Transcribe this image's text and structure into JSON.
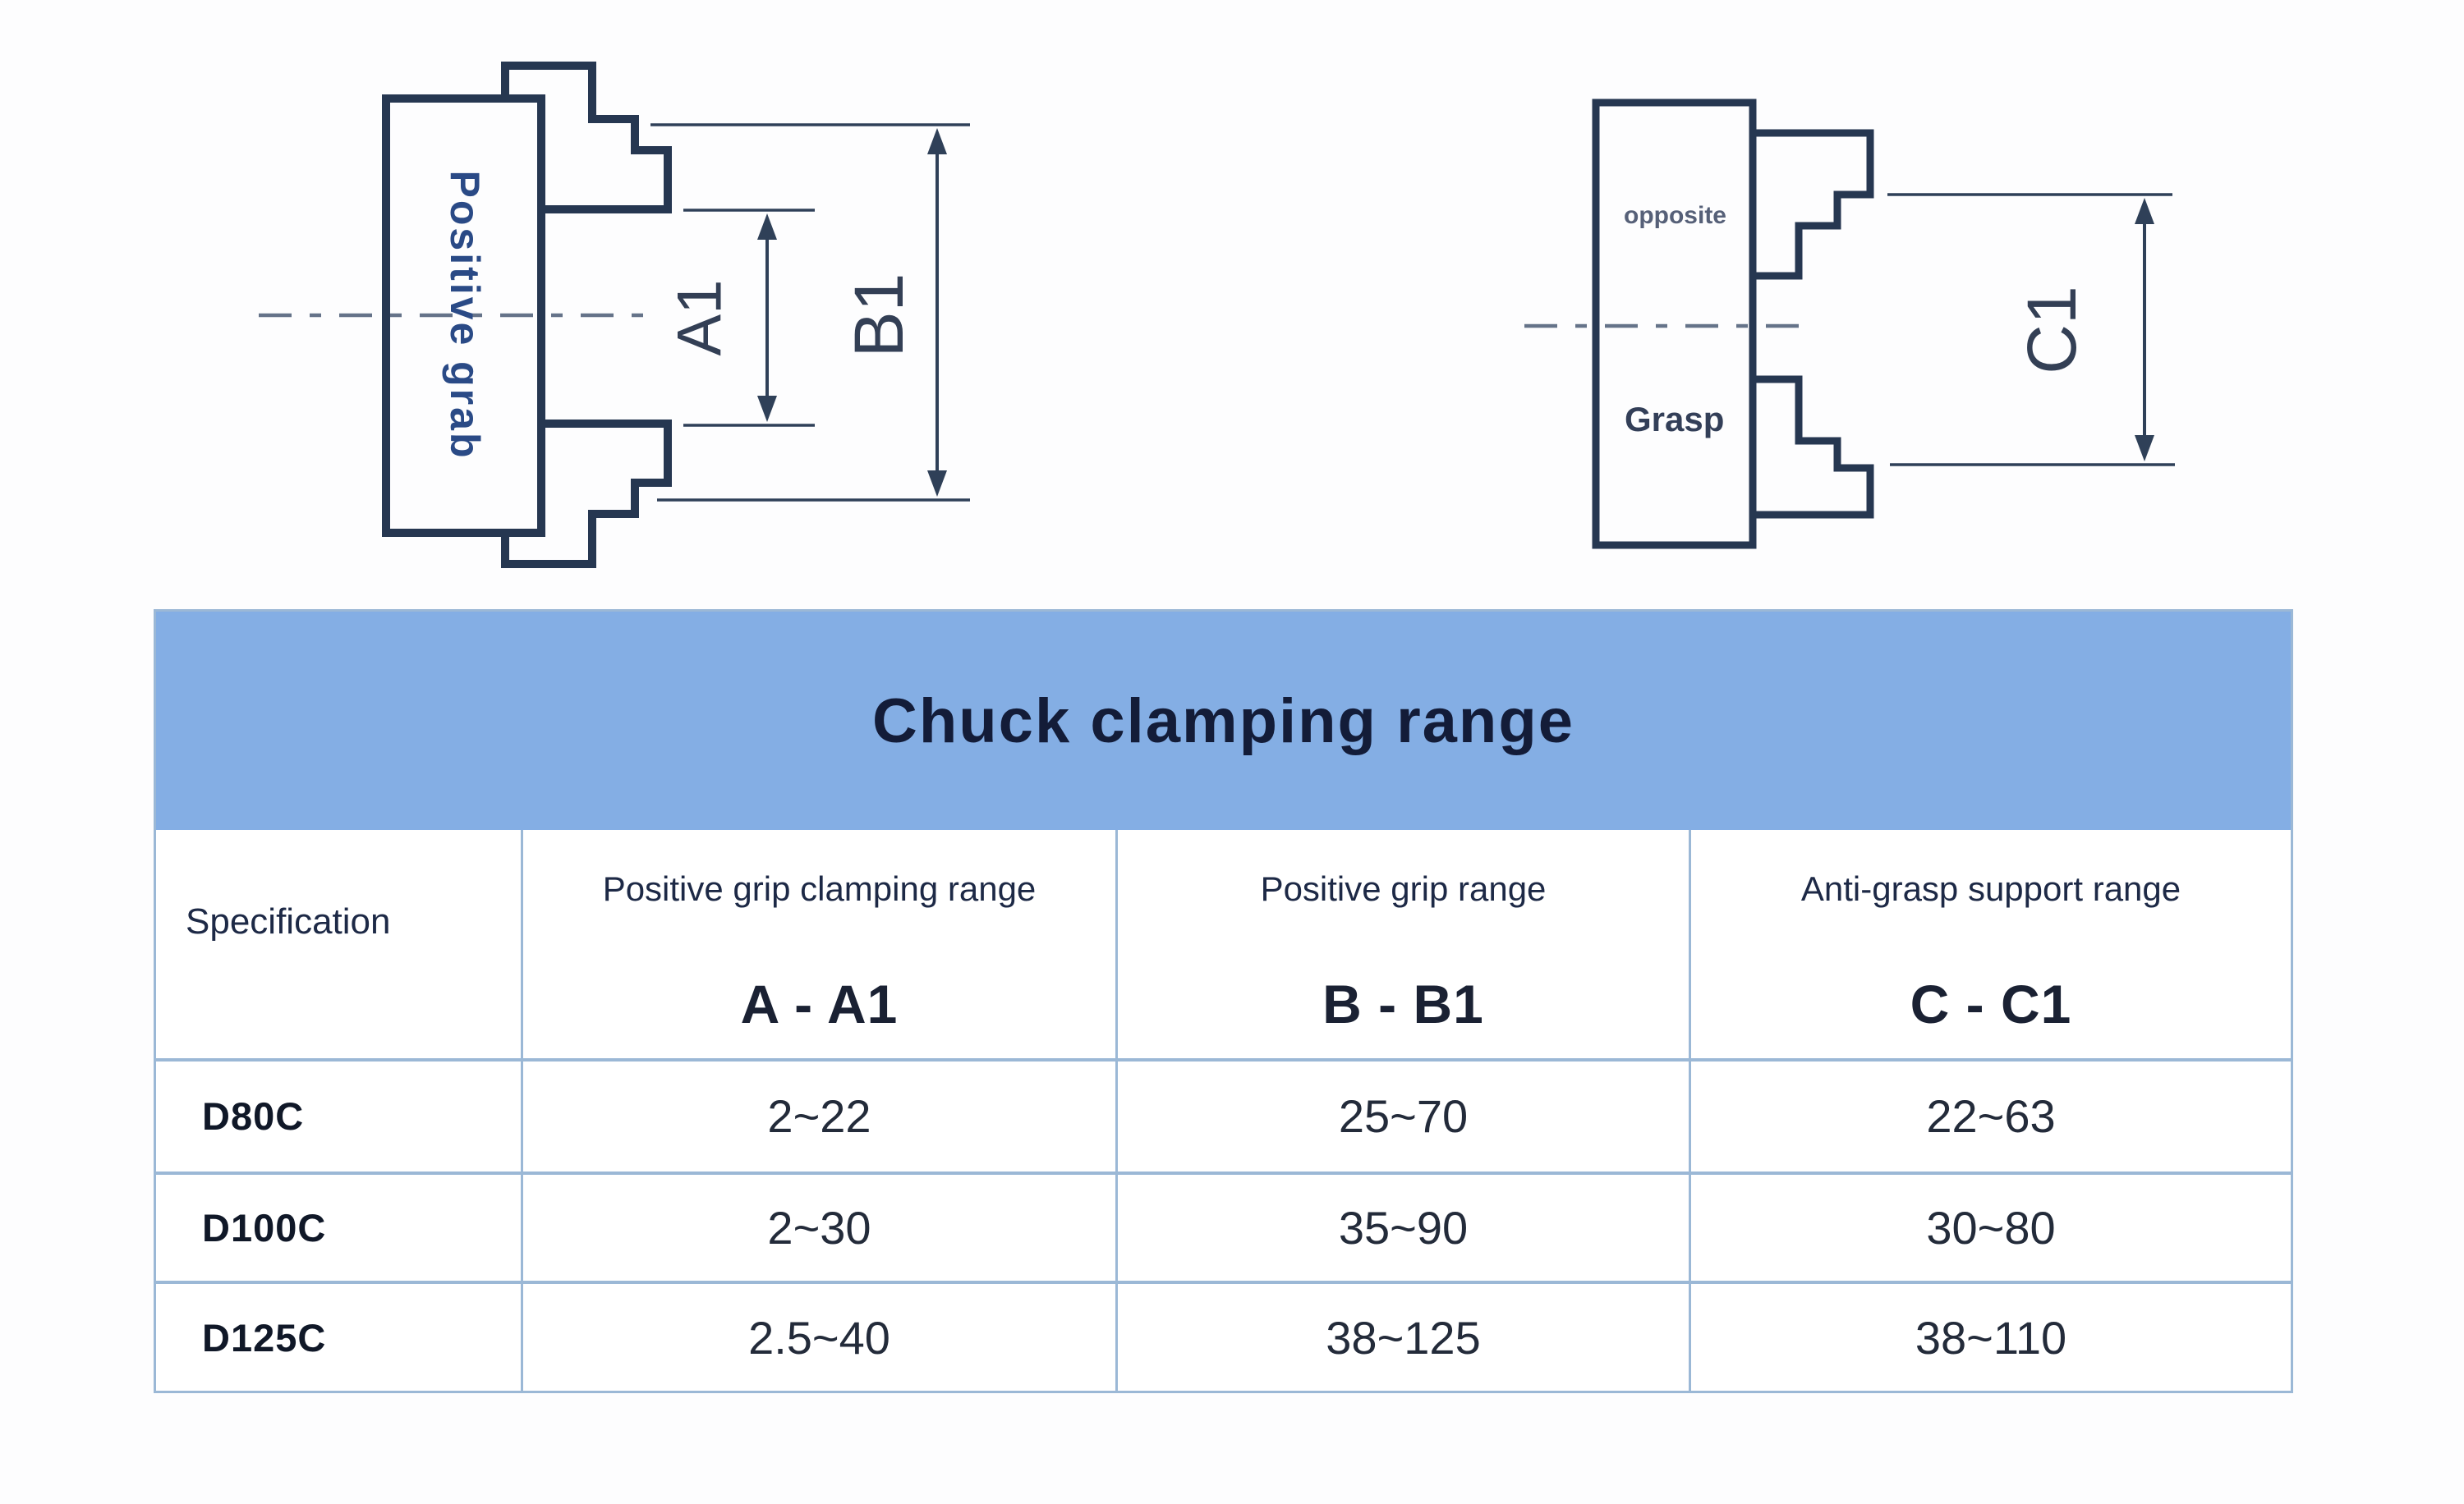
{
  "colors": {
    "header_band": "#84aee4",
    "table_border": "#9bb8d6",
    "title_text": "#131c38",
    "header_text": "#1d2946",
    "range_code_text": "#1a2133",
    "value_text": "#232b3a",
    "spec_text": "#101828",
    "diagram_stroke": "#263751",
    "dimension_line": "#2f4058",
    "dimension_label": "#333f55",
    "positive_grab_text": "#2a4a86",
    "grasp_text": "#333f58",
    "opposite_text": "#44506a"
  },
  "diagram_left": {
    "body_label": "Positive grab",
    "inner_dimension_label": "A1",
    "outer_dimension_label": "B1"
  },
  "diagram_right": {
    "top_label": "opposite",
    "bottom_label": "Grasp",
    "dimension_label": "C1"
  },
  "table": {
    "title": "Chuck clamping range",
    "columns": {
      "spec": {
        "label": "Specification"
      },
      "a": {
        "label": "Positive grip clamping range",
        "code": "A - A1"
      },
      "b": {
        "label": "Positive grip range",
        "code": "B - B1"
      },
      "c": {
        "label": "Anti-grasp support range",
        "code": "C - C1"
      }
    },
    "rows": [
      {
        "spec": "D80C",
        "a": "2~22",
        "b": "25~70",
        "c": "22~63"
      },
      {
        "spec": "D100C",
        "a": "2~30",
        "b": "35~90",
        "c": "30~80"
      },
      {
        "spec": "D125C",
        "a": "2.5~40",
        "b": "38~125",
        "c": "38~110"
      }
    ]
  }
}
